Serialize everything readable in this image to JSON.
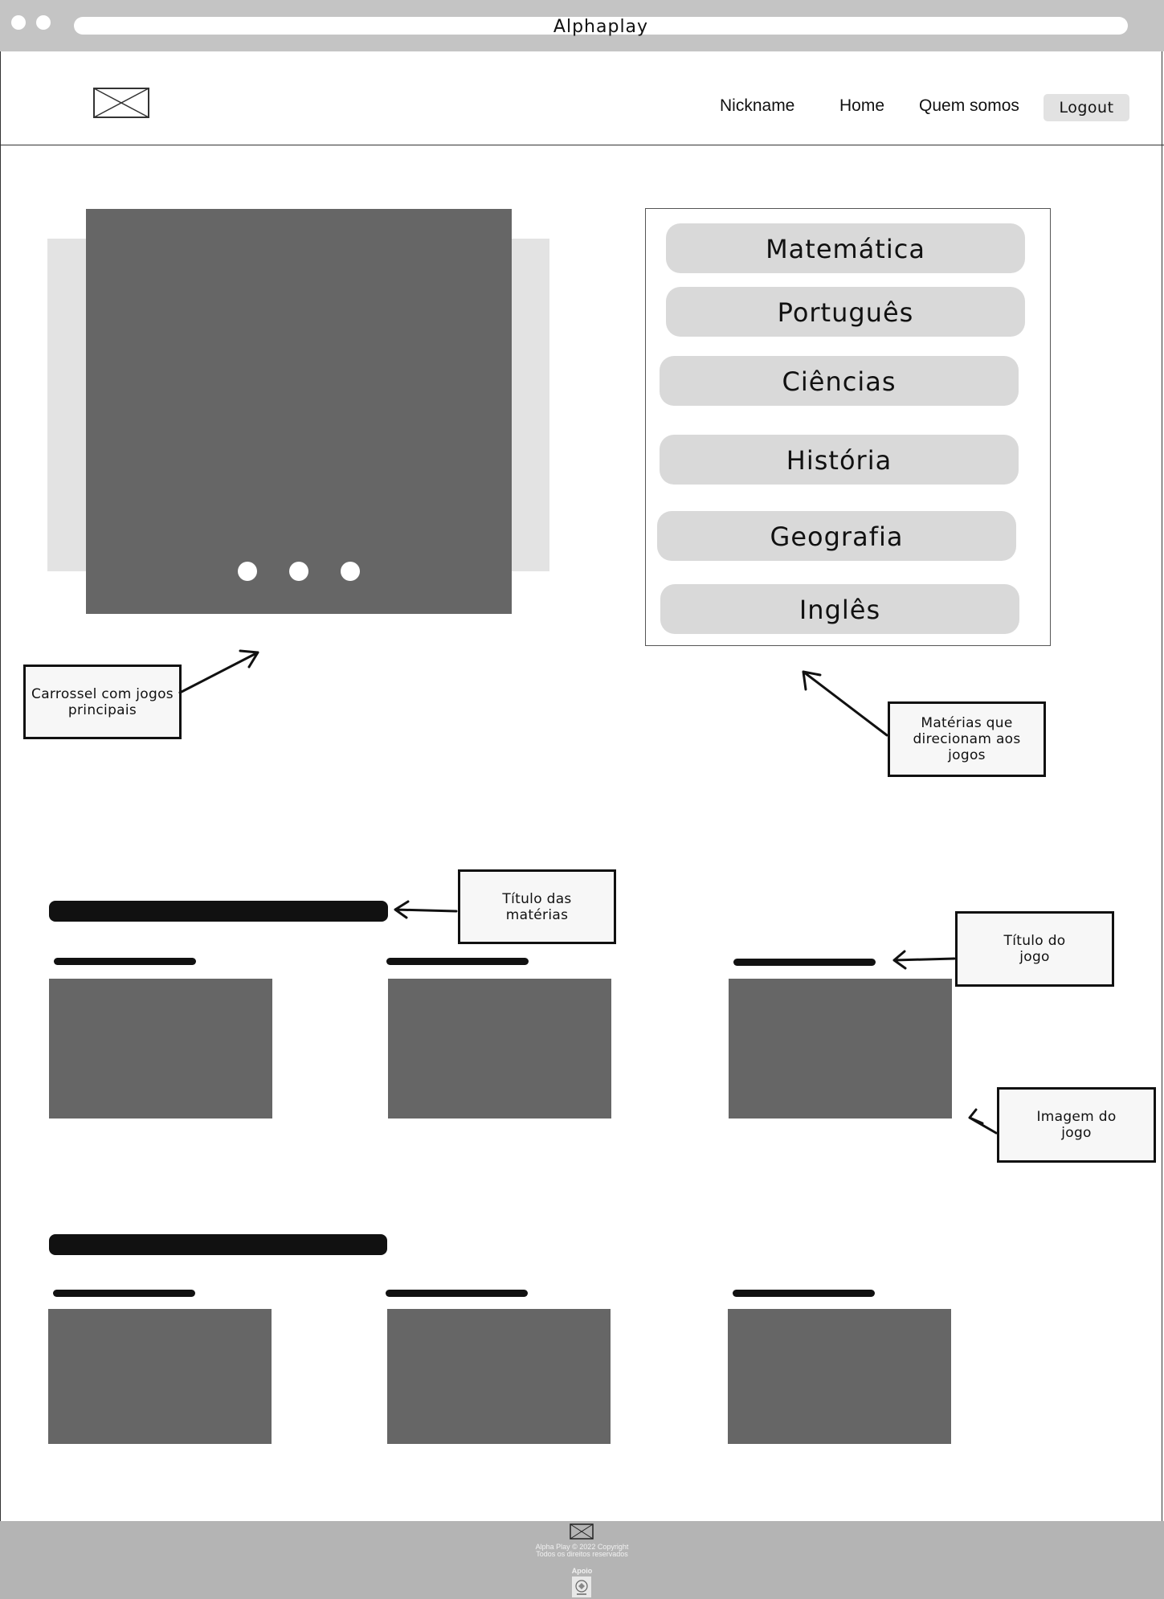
{
  "window": {
    "title": "Alphaplay"
  },
  "nav": {
    "nickname": "Nickname",
    "home": "Home",
    "about": "Quem somos",
    "logout": "Logout"
  },
  "subjects": [
    "Matemática",
    "Português",
    "Ciências",
    "História",
    "Geografia",
    "Inglês"
  ],
  "annotations": {
    "carousel": "Carrossel com jogos principais",
    "subjects": "Matérias que direcionam aos jogos",
    "section_title": "Título das matérias",
    "game_title": "Título do jogo",
    "game_image": "Imagem do jogo"
  },
  "footer": {
    "copyright": "Alpha Play © 2022 Copyright",
    "rights": "Todos os direitos reservados",
    "support": "Apoio"
  }
}
